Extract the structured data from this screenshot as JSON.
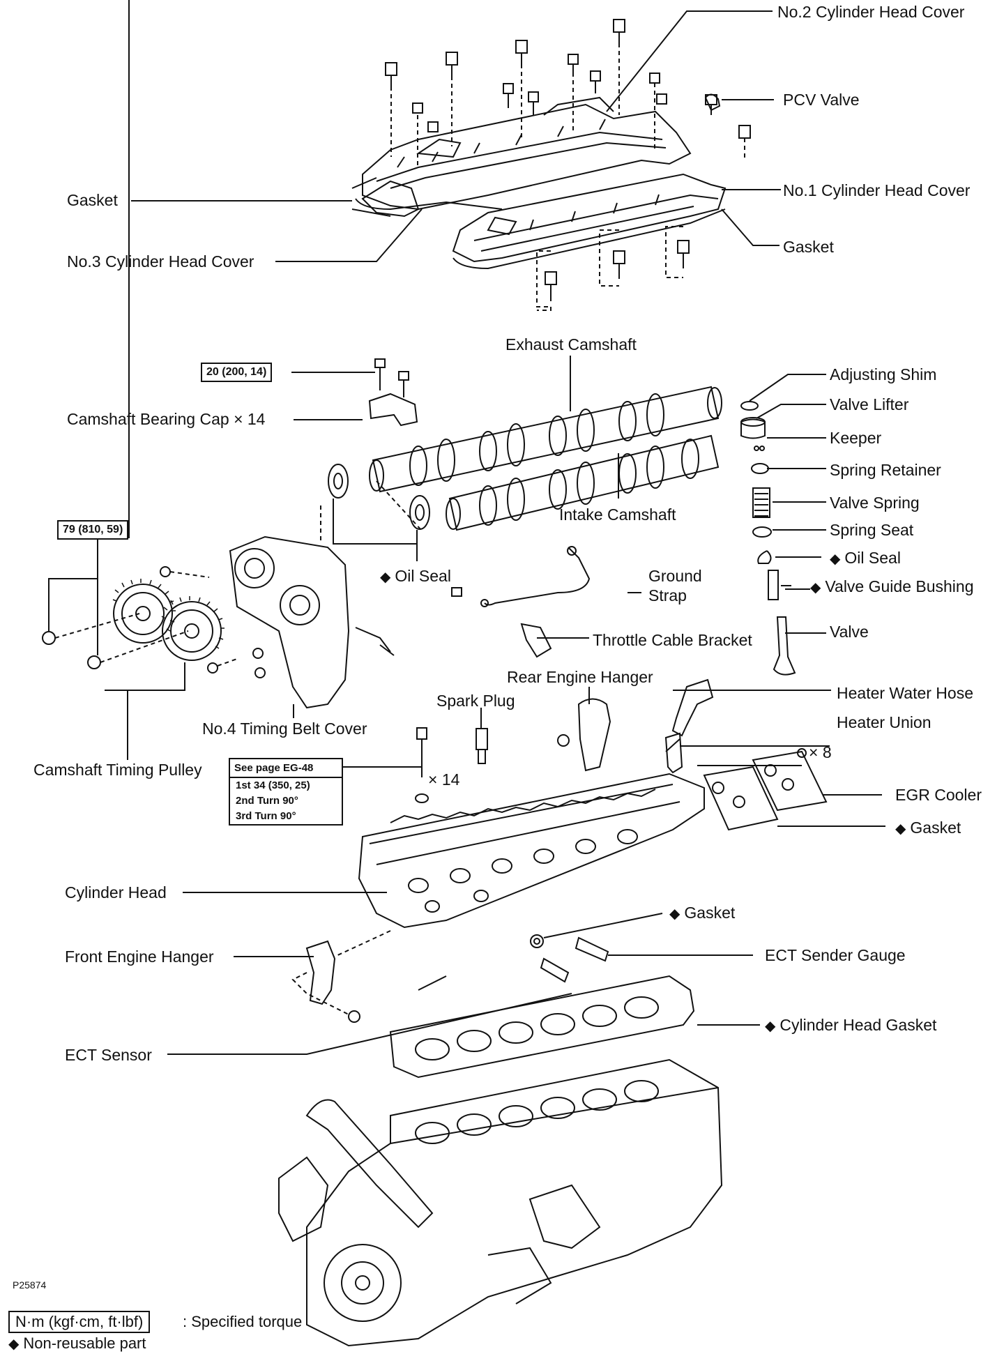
{
  "diagram": {
    "labels": {
      "no2_cover": "No.2 Cylinder Head Cover",
      "pcv_valve": "PCV Valve",
      "gasket_left": "Gasket",
      "no1_cover": "No.1 Cylinder Head Cover",
      "gasket_right": "Gasket",
      "no3_cover": "No.3 Cylinder Head Cover",
      "exhaust_camshaft": "Exhaust Camshaft",
      "adjusting_shim": "Adjusting Shim",
      "valve_lifter": "Valve Lifter",
      "bearing_cap": "Camshaft Bearing Cap × 14",
      "keeper": "Keeper",
      "spring_retainer": "Spring Retainer",
      "valve_spring": "Valve Spring",
      "intake_camshaft": "Intake Camshaft",
      "spring_seat": "Spring Seat",
      "oil_seal_valve": "Oil Seal",
      "oil_seal_cam": "Oil Seal",
      "ground_strap_1": "Ground",
      "ground_strap_2": "Strap",
      "valve_guide_bushing": "Valve Guide Bushing",
      "valve": "Valve",
      "throttle_cable_bracket": "Throttle Cable Bracket",
      "rear_engine_hanger": "Rear Engine Hanger",
      "spark_plug": "Spark Plug",
      "heater_water_hose": "Heater Water Hose",
      "no4_timing_belt_cover": "No.4 Timing Belt Cover",
      "heater_union": "Heater Union",
      "camshaft_timing_pulley": "Camshaft Timing Pulley",
      "x8": "× 8",
      "x14": "× 14",
      "egr_cooler": "EGR Cooler",
      "gasket_egr": "Gasket",
      "cylinder_head": "Cylinder Head",
      "gasket_ect": "Gasket",
      "front_engine_hanger": "Front Engine Hanger",
      "ect_sender_gauge": "ECT Sender Gauge",
      "cylinder_head_gasket": "Cylinder Head Gasket",
      "ect_sensor": "ECT Sensor"
    },
    "torque_cam_cap": "20 (200, 14)",
    "torque_pulley": "79 (810, 59)",
    "head_bolt_spec": {
      "header": "See page EG-48",
      "rows": [
        "1st  34 (350, 25)",
        "2nd Turn 90°",
        "3rd  Turn 90°"
      ]
    },
    "figure_code": "P25874",
    "non_reusable_mark": "◆"
  },
  "legend": {
    "torque_unit": "N·m (kgf·cm, ft·lbf)",
    "torque_desc": ": Specified torque",
    "nonreusable_desc": "Non-reusable part"
  },
  "colors": {
    "ink": "#111111",
    "paper": "#ffffff"
  }
}
